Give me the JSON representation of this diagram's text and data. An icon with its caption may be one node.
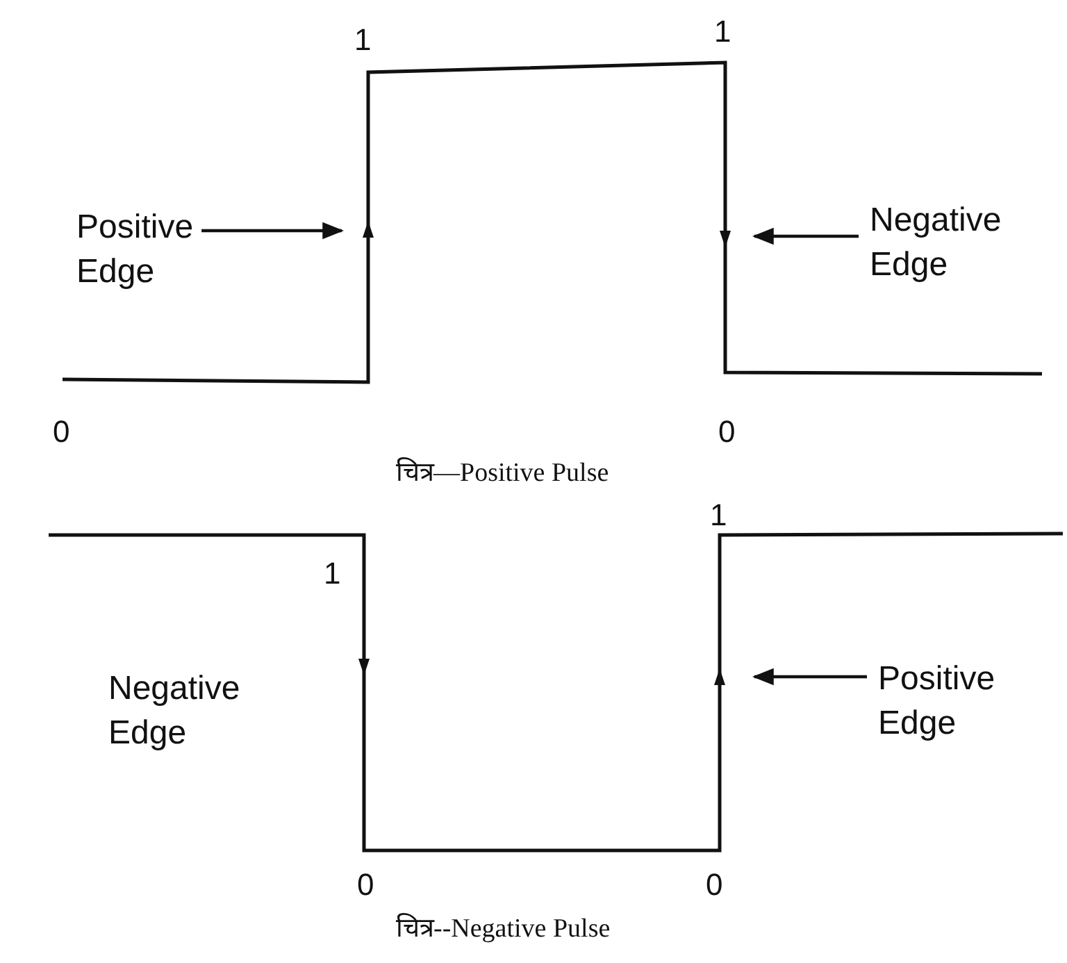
{
  "diagram": {
    "nodes": [
      {
        "text": [
          "Positive Edge"
        ]
      },
      {
        "text": [
          "Negative Edge"
        ]
      },
      {
        "text": [
          "Negative Edge"
        ]
      },
      {
        "text": [
          "Positive Edge"
        ]
      }
    ],
    "edges": [
      {
        "from": 0,
        "to": null,
        "arrow": "to"
      },
      {
        "from": 1,
        "to": null,
        "arrow": "to"
      },
      {
        "from": 3,
        "to": null,
        "arrow": "to"
      }
    ],
    "labels": [
      "1",
      "1",
      "0",
      "0",
      "चित्र—Positive Pulse",
      "1",
      "1",
      "0",
      "0",
      "चित्र--Negative Pulse"
    ]
  }
}
